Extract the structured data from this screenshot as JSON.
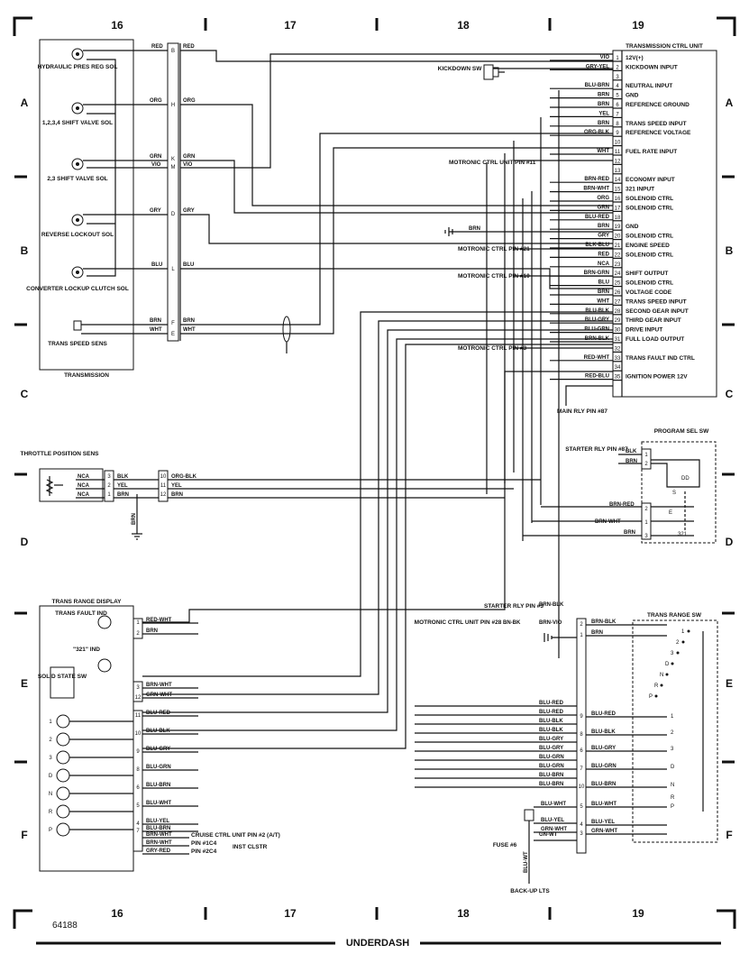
{
  "grid": {
    "columns": [
      "16",
      "17",
      "18",
      "19"
    ],
    "rows": [
      "A",
      "B",
      "C",
      "D",
      "E",
      "F"
    ]
  },
  "footer": {
    "figure_id": "64188",
    "section": "UNDERDASH"
  },
  "transmission": {
    "title": "TRANSMISSION",
    "components": [
      "HYDRAULIC PRES REG SOL",
      "1,2,3,4 SHIFT VALVE SOL",
      "2,3 SHIFT VALVE SOL",
      "REVERSE LOCKOUT SOL",
      "CONVERTER LOCKUP CLUTCH SOL",
      "TRANS SPEED SENS"
    ],
    "connector_pins": [
      "B",
      "H",
      "K",
      "M",
      "D",
      "L",
      "F",
      "E"
    ],
    "wires": [
      {
        "left": "RED",
        "right": "RED"
      },
      {
        "left": "ORG",
        "right": "ORG"
      },
      {
        "left": "GRN",
        "right": "GRN"
      },
      {
        "left": "VIO",
        "right": "VIO"
      },
      {
        "left": "GRY",
        "right": "GRY"
      },
      {
        "left": "BLU",
        "right": "BLU"
      },
      {
        "left": "BRN",
        "right": "BRN"
      },
      {
        "left": "WHT",
        "right": "WHT"
      }
    ]
  },
  "kickdown": {
    "label": "KICKDOWN SW"
  },
  "tcu": {
    "title": "TRANSMISSION CTRL UNIT",
    "pins": [
      {
        "num": "1",
        "wire": "VIO",
        "function": "12V(+)"
      },
      {
        "num": "2",
        "wire": "GRY-YEL",
        "function": "KICKDOWN INPUT"
      },
      {
        "num": "3",
        "wire": "",
        "function": ""
      },
      {
        "num": "4",
        "wire": "BLU-BRN",
        "function": "NEUTRAL INPUT"
      },
      {
        "num": "5",
        "wire": "BRN",
        "function": "GND"
      },
      {
        "num": "6",
        "wire": "BRN",
        "function": "REFERENCE GROUND"
      },
      {
        "num": "7",
        "wire": "YEL",
        "function": ""
      },
      {
        "num": "8",
        "wire": "BRN",
        "function": "TRANS SPEED INPUT"
      },
      {
        "num": "9",
        "wire": "ORG-BLK",
        "function": "REFERENCE VOLTAGE"
      },
      {
        "num": "10",
        "wire": "",
        "function": ""
      },
      {
        "num": "11",
        "wire": "WHT",
        "function": "FUEL RATE INPUT"
      },
      {
        "num": "12",
        "wire": "",
        "function": ""
      },
      {
        "num": "13",
        "wire": "",
        "function": ""
      },
      {
        "num": "14",
        "wire": "BRN-RED",
        "function": "ECONOMY INPUT"
      },
      {
        "num": "15",
        "wire": "BRN-WHT",
        "function": "321 INPUT"
      },
      {
        "num": "16",
        "wire": "ORG",
        "function": "SOLENOID CTRL"
      },
      {
        "num": "17",
        "wire": "GRN",
        "function": "SOLENOID CTRL"
      },
      {
        "num": "18",
        "wire": "BLU-RED",
        "function": ""
      },
      {
        "num": "19",
        "wire": "BRN",
        "function": "GND"
      },
      {
        "num": "20",
        "wire": "GRY",
        "function": "SOLENOID CTRL"
      },
      {
        "num": "21",
        "wire": "BLK-BLU",
        "function": "ENGINE SPEED"
      },
      {
        "num": "22",
        "wire": "RED",
        "function": "SOLENOID CTRL"
      },
      {
        "num": "23",
        "wire": "NCA",
        "function": ""
      },
      {
        "num": "24",
        "wire": "BRN-GRN",
        "function": "SHIFT OUTPUT"
      },
      {
        "num": "25",
        "wire": "BLU",
        "function": "SOLENOID CTRL"
      },
      {
        "num": "26",
        "wire": "BRN",
        "function": "VOLTAGE CODE"
      },
      {
        "num": "27",
        "wire": "WHT",
        "function": "TRANS SPEED INPUT"
      },
      {
        "num": "28",
        "wire": "BLU-BLK",
        "function": "SECOND GEAR INPUT"
      },
      {
        "num": "29",
        "wire": "BLU-GRY",
        "function": "THIRD GEAR INPUT"
      },
      {
        "num": "30",
        "wire": "BLU-GRN",
        "function": "DRIVE INPUT"
      },
      {
        "num": "31",
        "wire": "BRN-BLK",
        "function": "FULL LOAD OUTPUT"
      },
      {
        "num": "32",
        "wire": "",
        "function": ""
      },
      {
        "num": "33",
        "wire": "RED-WHT",
        "function": "TRANS FAULT IND CTRL"
      },
      {
        "num": "34",
        "wire": "",
        "function": ""
      },
      {
        "num": "35",
        "wire": "RED-BLU",
        "function": "IGNITION POWER 12V"
      }
    ],
    "callouts": [
      "MOTRONIC CTRL UNIT PIN #11",
      "MOTRONIC CTRL PIN #21",
      "MOTRONIC CTRL PIN #10",
      "MOTRONIC CTRL PIN #3",
      "MAIN RLY PIN #87"
    ],
    "gnd_wire": "BRN"
  },
  "throttle": {
    "title": "THROTTLE POSITION SENS",
    "rows": [
      {
        "nca": "NCA",
        "pin": "3",
        "wire": "BLK",
        "pin2": "10",
        "wire2": "ORG-BLK"
      },
      {
        "nca": "NCA",
        "pin": "2",
        "wire": "YEL",
        "pin2": "11",
        "wire2": "YEL"
      },
      {
        "nca": "NCA",
        "pin": "1",
        "wire": "BRN",
        "pin2": "12",
        "wire2": "BRN"
      }
    ],
    "gnd_wire": "BRN"
  },
  "program_sw": {
    "title": "PROGRAM SEL SW",
    "starter_label": "STARTER RLY PIN #87",
    "pins": [
      {
        "num": "1",
        "wire": "BLK"
      },
      {
        "num": "2",
        "wire": "BRN"
      }
    ],
    "lower_pins": [
      {
        "num": "2",
        "wire": "BRN-RED"
      },
      {
        "num": "1",
        "wire": "BRN-WHT"
      },
      {
        "num": "3",
        "wire": "BRN"
      }
    ],
    "positions": [
      "S",
      "E",
      "321"
    ]
  },
  "range_display": {
    "title": "TRANS RANGE DISPLAY",
    "fault_ind": "TRANS FAULT IND",
    "ind321": "\"321\" IND",
    "solid_state": "SOLID STATE SW",
    "lamps": [
      "1",
      "2",
      "3",
      "D",
      "N",
      "R",
      "P"
    ],
    "pins": [
      {
        "num": "1",
        "wire": "RED-WHT"
      },
      {
        "num": "2",
        "wire": "BRN"
      },
      {
        "num": "3",
        "wire": "BRN-WHT"
      },
      {
        "num": "12",
        "wire": "GRN-WHT"
      },
      {
        "num": "11",
        "wire": "BLU-RED"
      },
      {
        "num": "10",
        "wire": "BLU-BLK"
      },
      {
        "num": "9",
        "wire": "BLU-GRY"
      },
      {
        "num": "8",
        "wire": "BLU-GRN"
      },
      {
        "num": "6",
        "wire": "BLU-BRN"
      },
      {
        "num": "5",
        "wire": "BLU-WHT"
      },
      {
        "num": "4",
        "wire": "BLU-YEL"
      },
      {
        "num": "7",
        "wire": "BLU-BRN"
      }
    ],
    "extra_wires": [
      "BRN-WHT",
      "BRN-WHT",
      "GRY-RED"
    ],
    "cruise": "CRUISE CTRL UNIT PIN #2 (A/T)",
    "pin1c4": "PIN #1C4",
    "pin2c4": "PIN #2C4",
    "inst_clstr": "INST CLSTR"
  },
  "range_sw": {
    "title": "TRANS RANGE SW",
    "starter_label": "STARTER RLY PIN #3",
    "motronic_label": "MOTRONIC CTRL UNIT PIN #28",
    "pins": [
      {
        "num": "2",
        "wire": "BRN-BLK"
      },
      {
        "num": "1",
        "wire": "BRN"
      },
      {
        "num": "9",
        "wire": "BLU-RED"
      },
      {
        "num": "8",
        "wire": "BLU-BLK"
      },
      {
        "num": "6",
        "wire": "BLU-GRY"
      },
      {
        "num": "7",
        "wire": "BLU-GRN"
      },
      {
        "num": "10",
        "wire": "BLU-BRN"
      },
      {
        "num": "5",
        "wire": "BLU-WHT"
      },
      {
        "num": "4",
        "wire": "BLU-YEL"
      },
      {
        "num": "3",
        "wire": "GRN-WHT"
      }
    ],
    "bus_wires": [
      "BLU-RED",
      "BLU-RED",
      "BLU-BLK",
      "BLU-BLK",
      "BLU-GRY",
      "BLU-GRY",
      "BLU-GRN",
      "BLU-GRN",
      "BLU-BRN",
      "BLU-BRN"
    ],
    "positions": [
      "1",
      "2",
      "3",
      "D",
      "N",
      "R",
      "P"
    ],
    "wires_top": [
      "BRN-BLK",
      "BN-BK",
      "BRN-VIO"
    ],
    "fuse": "FUSE #6",
    "fuse_wires": [
      "BLU-WHT",
      "BLU-YEL",
      "GRN-WHT",
      "GN-WT"
    ],
    "backup_wire": "BLU-WT",
    "backup_label": "BACK-UP LTS"
  }
}
